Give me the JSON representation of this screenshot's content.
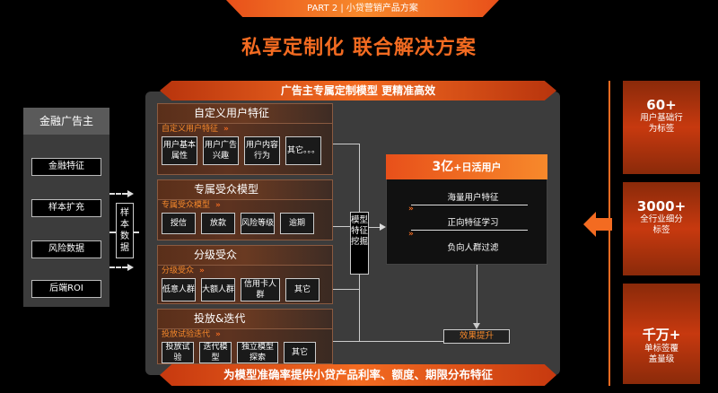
{
  "header": {
    "part_tab": "PART 2 | 小贷营销产品方案",
    "main_title": "私享定制化 联合解决方案"
  },
  "left": {
    "title": "金融广告主",
    "items": [
      "金融特征",
      "样本扩充",
      "风险数据",
      "后端ROI"
    ],
    "sample_box": "样本数据"
  },
  "center": {
    "top_banner": "广告主专属定制模型 更精准高效",
    "bottom_banner": "为模型准确率提供小贷产品利率、额度、期限分布特征",
    "model_box": "模型特征挖掘",
    "sections": [
      {
        "title": "自定义用户特征",
        "sub": "自定义用户特征",
        "chips": [
          "用户基本属性",
          "用户广告兴趣",
          "用户内容行为",
          "其它。。。"
        ]
      },
      {
        "title": "专属受众模型",
        "sub": "专属受众模型",
        "chips": [
          "授信",
          "放款",
          "风险等级",
          "逾期"
        ]
      },
      {
        "title": "分级受众",
        "sub": "分级受众",
        "chips": [
          "低意人群",
          "大额人群",
          "信用卡人群",
          "其它"
        ]
      },
      {
        "title": "投放&迭代",
        "sub": "投放试验迭代",
        "chips": [
          "投放试验",
          "迭代模型",
          "独立模型探索",
          "其它"
        ]
      }
    ]
  },
  "users": {
    "title_num": "3亿",
    "title_text": "+日活用户",
    "items": [
      "海量用户特征",
      "正向特征学习",
      "负向人群过滤"
    ],
    "effect": "效果提升"
  },
  "stats": [
    {
      "num": "60+",
      "desc": "用户基础行为标签"
    },
    {
      "num": "3000+",
      "desc": "全行业细分标签"
    },
    {
      "num": "千万+",
      "desc": "单标签覆盖量级"
    }
  ],
  "colors": {
    "accent": "#f36b21",
    "panel": "#3c3c3c"
  },
  "icons": {
    "chevron": "chevron-double-right-icon",
    "arrow": "arrow-left-icon"
  }
}
